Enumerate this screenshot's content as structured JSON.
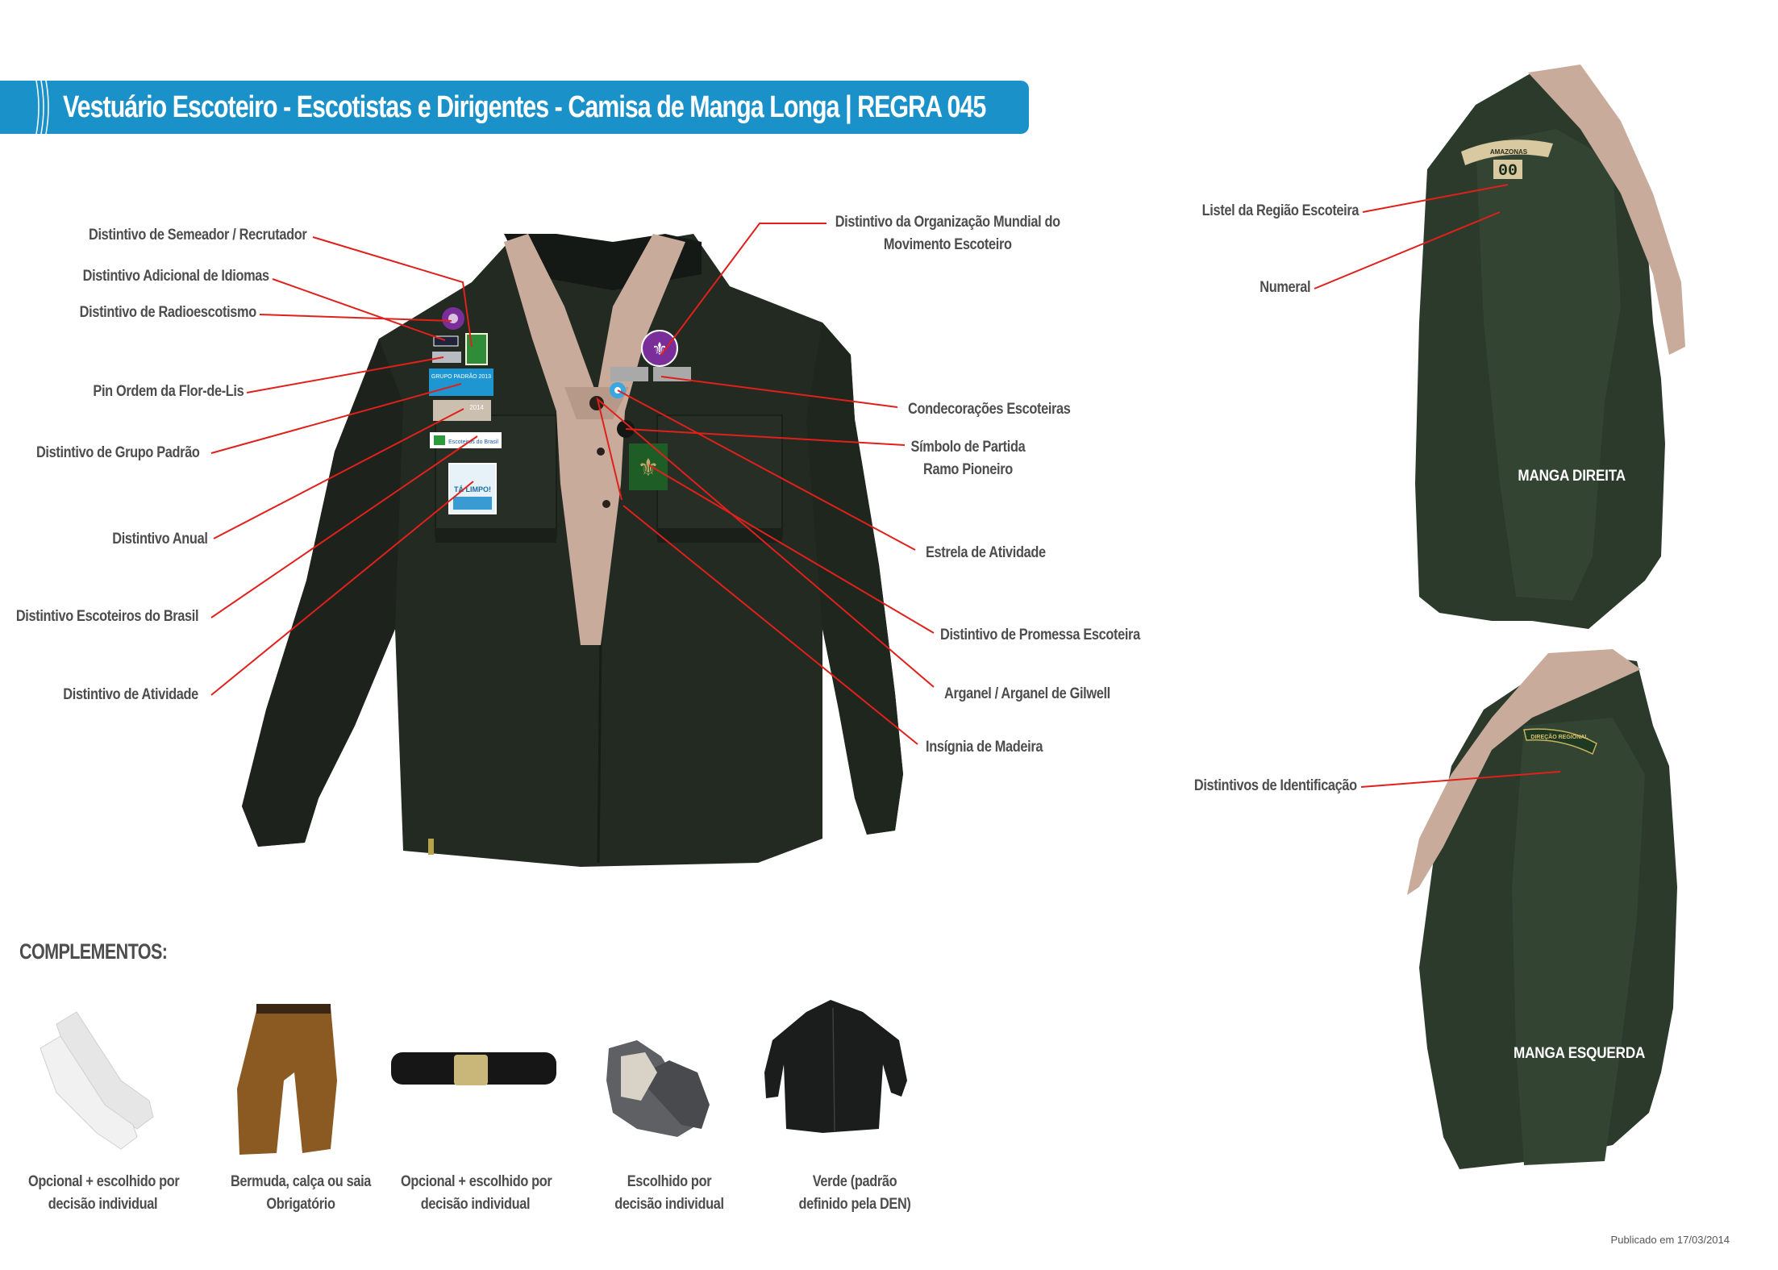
{
  "header": {
    "title": "Vestuário Escoteiro - Escotistas e Dirigentes - Camisa de Manga Longa | REGRA 045",
    "bar_color": "#1a92c9"
  },
  "front_shirt": {
    "left_labels": [
      {
        "label": "Distintivo de Semeador / Recrutador"
      },
      {
        "label": "Distintivo Adicional de Idiomas"
      },
      {
        "label": "Distintivo de Radioescotismo"
      },
      {
        "label": "Pin Ordem da Flor-de-Lis"
      },
      {
        "label": "Distintivo de Grupo Padrão"
      },
      {
        "label": "Distintivo Anual"
      },
      {
        "label": "Distintivo Escoteiros do Brasil"
      },
      {
        "label": "Distintivo de Atividade"
      }
    ],
    "right_labels": [
      {
        "line1": "Distintivo da Organização Mundial do",
        "line2": "Movimento Escoteiro"
      },
      {
        "label": "Condecorações Escoteiras"
      },
      {
        "line1": "Símbolo de Partida",
        "line2": "Ramo Pioneiro"
      },
      {
        "label": "Estrela de Atividade"
      },
      {
        "label": "Distintivo de Promessa Escoteira"
      },
      {
        "label": "Arganel / Arganel de Gilwell"
      },
      {
        "label": "Insígnia de Madeira"
      }
    ],
    "badges": {
      "annual_year": "2014",
      "group_badge_text": "GRUPO PADRÃO 2013",
      "brasil_badge_text": "Escoteiros do Brasil",
      "activity_badge_text": "TÁ LIMPO!"
    }
  },
  "right_sleeve": {
    "caption": "MANGA DIREITA",
    "labels": [
      {
        "label": "Listel da Região Escoteira"
      },
      {
        "label": "Numeral"
      }
    ],
    "listel_text": "AMAZONAS",
    "numeral_text": "00"
  },
  "left_sleeve": {
    "caption": "MANGA ESQUERDA",
    "labels": [
      {
        "label": "Distintivos de Identificação"
      }
    ],
    "patch_text": "DIREÇÃO REGIONAL"
  },
  "complementos": {
    "title": "COMPLEMENTOS:",
    "items": [
      {
        "name": "meias",
        "line1": "Opcional + escolhido por",
        "line2": "decisão individual"
      },
      {
        "name": "bermuda",
        "line1": "Bermuda, calça ou saia",
        "line2": "Obrigatório"
      },
      {
        "name": "cinto",
        "line1": "Opcional + escolhido por",
        "line2": "decisão individual"
      },
      {
        "name": "calcado",
        "line1": "Escolhido por",
        "line2": "decisão individual"
      },
      {
        "name": "agasalho",
        "line1": "Verde (padrão",
        "line2": "definido pela DEN)"
      }
    ]
  },
  "footer": {
    "published": "Publicado em 17/03/2014"
  },
  "colors": {
    "shirt": "#232a22",
    "sleeve_shirt": "#2b3a2b",
    "scarf": "#c9ab9c",
    "leader_line": "#e0201b",
    "label_text": "#4d4d4d"
  }
}
